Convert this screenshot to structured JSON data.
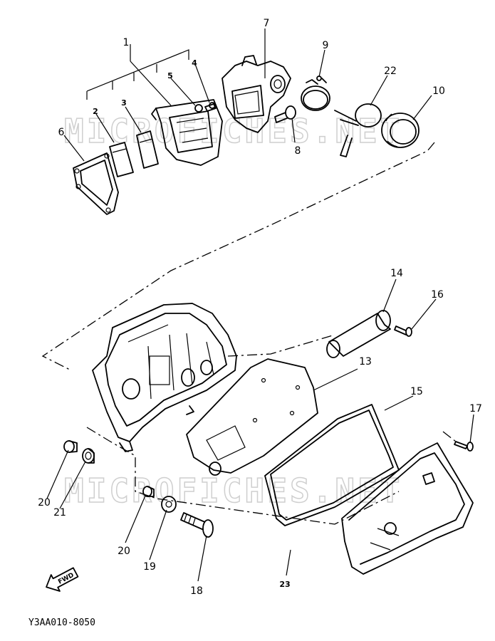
{
  "watermark": "MICROFICHES.NET",
  "reference_code": "Y3AA010-8050",
  "fwd_label": "FWD",
  "part_numbers": {
    "p1": "1",
    "p2": "2",
    "p3": "3",
    "p4": "4",
    "p5": "5",
    "p6": "6",
    "p7": "7",
    "p8": "8",
    "p9": "9",
    "p10": "10",
    "p13": "13",
    "p14": "14",
    "p15": "15",
    "p16": "16",
    "p17": "17",
    "p18": "18",
    "p19": "19",
    "p20a": "20",
    "p20b": "20",
    "p21": "21",
    "p22": "22",
    "p23": "23"
  }
}
